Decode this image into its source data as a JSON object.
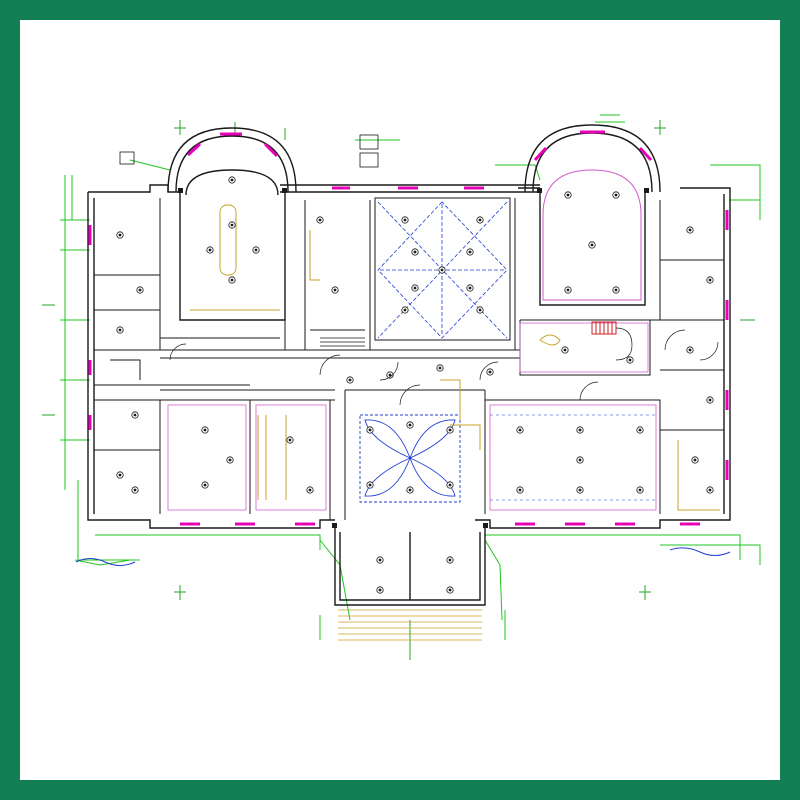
{
  "frame": {
    "border_color": "#127f52",
    "background": "#ffffff"
  },
  "colors": {
    "wall": "#1a1a1a",
    "window": "#e600b8",
    "landscape": "#1fc41f",
    "ceiling_grid": "#1f3fd6",
    "furniture": "#c9a227",
    "room_outline": "#d45acb",
    "stair": "#d41f1f",
    "dimension": "#2aa52a"
  },
  "rooms": [
    {
      "id": "great-hall",
      "label": ""
    },
    {
      "id": "dining-room",
      "label": ""
    },
    {
      "id": "library",
      "label": ""
    },
    {
      "id": "ballroom",
      "label": ""
    },
    {
      "id": "living-room",
      "label": ""
    },
    {
      "id": "family-room",
      "label": ""
    },
    {
      "id": "rotunda",
      "label": ""
    },
    {
      "id": "foyer",
      "label": ""
    },
    {
      "id": "guest-suite",
      "label": ""
    },
    {
      "id": "study",
      "label": ""
    },
    {
      "id": "breakfast-room",
      "label": ""
    },
    {
      "id": "powder-room",
      "label": ""
    }
  ]
}
